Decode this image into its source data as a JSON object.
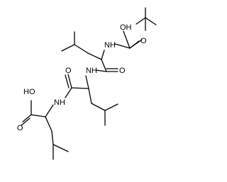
{
  "atoms": {
    "oh_boc": "OH",
    "nh_top": "NH",
    "o_top": "O",
    "nh_mid": "NH",
    "o_mid": "O",
    "o_left": "O",
    "nh_low": "NH",
    "oh_acid": "HO"
  },
  "colors": {
    "bond": "#000000",
    "text": "#000000"
  }
}
